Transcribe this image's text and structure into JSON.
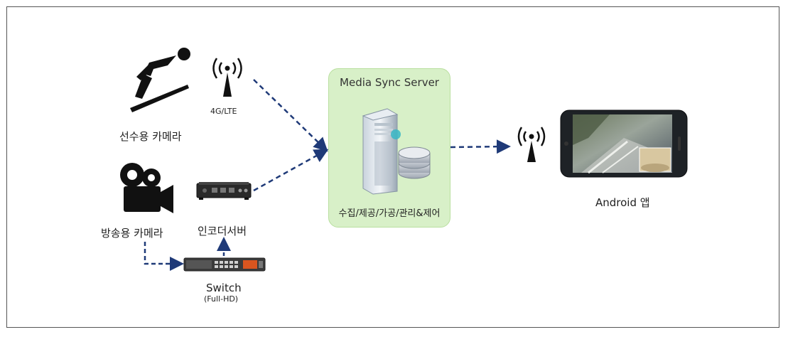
{
  "nodes": {
    "athlete_camera": {
      "label": "선수용 카메라",
      "icon": "ski-jumper-icon"
    },
    "lte": {
      "label": "4G/LTE",
      "icon": "antenna-icon"
    },
    "broadcast_camera": {
      "label": "방송용 카메라",
      "icon": "film-camera-icon"
    },
    "encoder_server": {
      "label": "인코더서버",
      "icon": "encoder-device-icon"
    },
    "switch": {
      "label": "Switch",
      "sublabel": "(Full-HD)",
      "icon": "switch-device-icon"
    },
    "media_server": {
      "title": "Media Sync Server",
      "caption": "수집/제공/가공/관리&제어",
      "icon": "server-tower-icon"
    },
    "android_app": {
      "label": "Android 앱",
      "icon": "smartphone-icon"
    }
  },
  "colors": {
    "arrow": "#1f3a78",
    "server_panel": "#d8f0c8",
    "icon_black": "#111111"
  }
}
